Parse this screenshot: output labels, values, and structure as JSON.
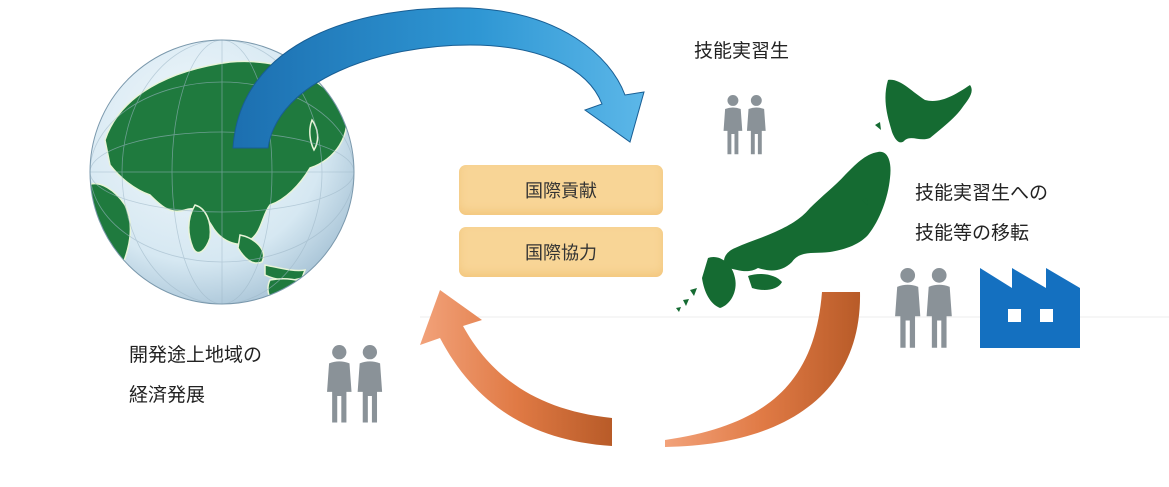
{
  "labels": {
    "trainee": "技能実習生",
    "transfer_line1": "技能実習生への",
    "transfer_line2": "技能等の移転",
    "dev_line1": "開発途上地域の",
    "dev_line2": "経済発展"
  },
  "boxes": {
    "contribution": "国際貢献",
    "cooperation": "国際協力"
  },
  "colors": {
    "globe_ocean": "#d6e8f2",
    "land_green": "#1f7a3e",
    "arrow_blue": "#2a8fc8",
    "arrow_orange": "#e07a45",
    "box_fill": "#f8d596",
    "person_gray": "#8a9298",
    "factory_blue": "#1470c0"
  },
  "icons": [
    "globe-icon",
    "japan-map-icon",
    "person-pair-icon",
    "factory-icon",
    "arrow-curved"
  ]
}
